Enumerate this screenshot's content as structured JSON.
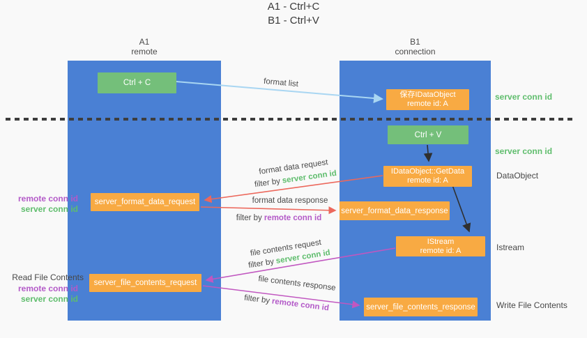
{
  "title": {
    "line1": "A1 - Ctrl+C",
    "line2": "B1 - Ctrl+V"
  },
  "columns": {
    "a": {
      "id": "A1",
      "role": "remote"
    },
    "b": {
      "id": "B1",
      "role": "connection"
    }
  },
  "boxes": {
    "ctrl_c": {
      "label": "Ctrl + C"
    },
    "ctrl_v": {
      "label": "Ctrl + V"
    },
    "save_dataobject": {
      "line1": "保存IDataObject",
      "line2": "remote id: A"
    },
    "getdata": {
      "line1": "IDataObject::GetData",
      "line2": "remote id: A"
    },
    "istream": {
      "line1": "IStream",
      "line2": "remote id: A"
    },
    "format_request": {
      "label": "server_format_data_request"
    },
    "format_response": {
      "label": "server_format_data_response"
    },
    "file_request": {
      "label": "server_file_contents_request"
    },
    "file_response": {
      "label": "server_file_contents_response"
    }
  },
  "side_labels": {
    "server_conn_id": "server conn id",
    "remote_conn_id": "remote conn id",
    "dataobject": "DataObject",
    "istream": "Istream",
    "read_file": "Read File Contents",
    "write_file": "Write File Contents"
  },
  "arrow_labels": {
    "format_list": "format list",
    "format_data_request": "format data request",
    "format_data_response": "format data response",
    "file_contents_request": "file contents request",
    "file_contents_response": "file contents response",
    "filter_by": "filter by",
    "server_conn_id": "server conn id",
    "remote_conn_id": "remote conn id"
  },
  "colors": {
    "lifeline_blue": "#4a80d4",
    "node_green": "#74bf7a",
    "node_orange": "#f8aa43",
    "arrow_light_blue": "#a9d6f2",
    "arrow_red": "#ec685c",
    "arrow_magenta": "#c157c0",
    "arrow_black": "#2f2f2f",
    "text_green": "#5fbd6d",
    "text_purple": "#b35ac8",
    "background": "#f9f9f9"
  }
}
